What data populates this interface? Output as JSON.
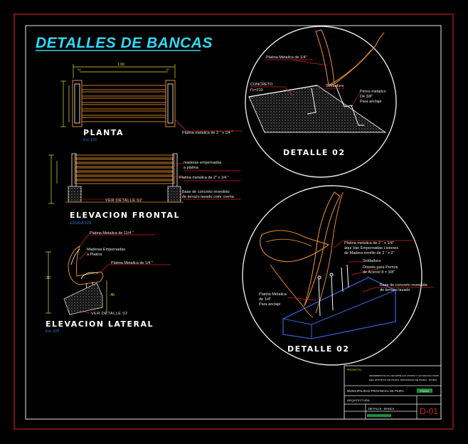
{
  "title": "DETALLES DE BANCAS",
  "colors": {
    "background": "#000000",
    "frame_red": "#cc1a1a",
    "frame_white": "#e6e6e6",
    "title_cyan": "#31d8f5",
    "wood": "#e08a2a",
    "steel": "#ffffff",
    "leader": "#d8201a",
    "dim": "#e8e030",
    "base_blue": "#3a5ad0",
    "concrete": "#aaaaaa",
    "note_text": "#e8e8e8",
    "scale_text": "#2a7adf"
  },
  "views": {
    "planta": {
      "label": "PLANTA",
      "scale": "Esc 1/25",
      "note": "Platina metalica de 2 \" x 1/4 \""
    },
    "frontal": {
      "label": "ELEVACION FRONTAL",
      "scale": "ESCALA 1/25",
      "ref": "VER DETALLE 02",
      "note_1a": "maderas empernadas",
      "note_1b": "a platina",
      "note_2": "Platina metalica de 2\" x 1/4 \"",
      "note_3a": "Base de concreto revestido",
      "note_3b": "de terrazo lavado color crema"
    },
    "lateral": {
      "label": "ELEVACION LATERAL",
      "scale": "Esc 1/25",
      "ref": "VER DETALLE 02",
      "note_1": "Platina Metalica de 11/4 \"",
      "note_2a": "Maderas Empernadas",
      "note_2b": "a Platina",
      "note_3": "Platina Metalica de 1/4 \""
    },
    "detalle_a": {
      "label": "DETALLE 02",
      "note_platina": "Platina Metalica de 1/4\"",
      "note_concrete_a": "CONCRETO",
      "note_concrete_b": "f'c=210",
      "note_soldadura": "Soldadura",
      "note_perno_a": "Perno metalico",
      "note_perno_b": "De 3/8\"",
      "note_perno_c": "Para anclaje"
    },
    "detalle_b": {
      "label": "DETALLE 02",
      "note_1a": "Platina metalica de 2 \" x 1/4\"",
      "note_1b": "aqui Van Empernadas Listones",
      "note_1c": "de Madera tornillo de 2 \" x 2\"",
      "note_soldadura": "Soldadura",
      "note_dowel_a": "Dowels para Pernos",
      "note_dowel_b": "de Acero# 8 = 3/8\"",
      "note_base_a": "Base de concreto revestida",
      "note_base_b": "de terrazo lavado",
      "note_perno_a": "Platina Metalica",
      "note_perno_b": "de 1/4\"",
      "note_perno_c": "Para anclaje"
    }
  },
  "title_block": {
    "project_head": "PROYECTO:",
    "project_1": "\"MEJORAMIENTO DE LA AV. GRAU (ENTRE LA AV. LOS INCAS Y LA AV. GRAU) DE LA CIUDAD",
    "project_2": "DEL DISTRITO DE PIURA, PROVINCIA DE PIURA - PIURA\"",
    "entity": "MUNICIPALIDAD PROVINCIAL DE PIURA",
    "logo_text": "PIURA",
    "discipline": "ARQUITECTURA",
    "sheet_name": "DETALLE - BANCA",
    "sheet_code": "D-01"
  }
}
